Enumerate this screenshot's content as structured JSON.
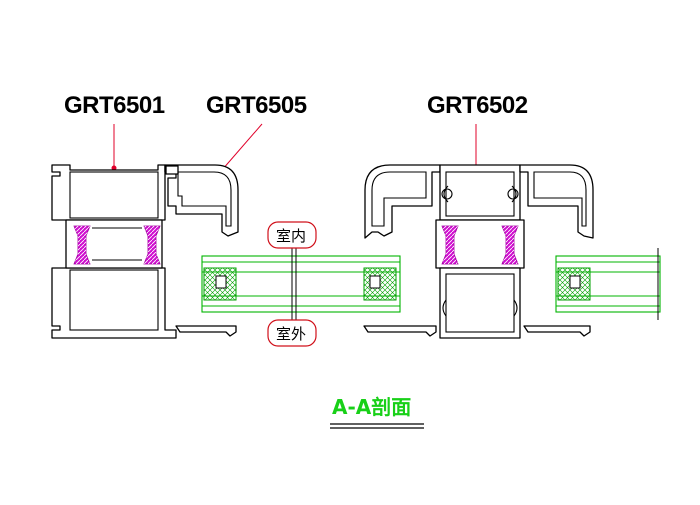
{
  "labels": {
    "profile_a": "GRT6501",
    "profile_b": "GRT6505",
    "profile_c": "GRT6502"
  },
  "bubbles": {
    "indoor": "室内",
    "outdoor": "室外"
  },
  "section_title": "A-A剖面",
  "colors": {
    "outline": "#000000",
    "leader": "#e0002a",
    "glass": "#00b400",
    "thermal_break": "#d010d0",
    "title": "#18d018"
  }
}
